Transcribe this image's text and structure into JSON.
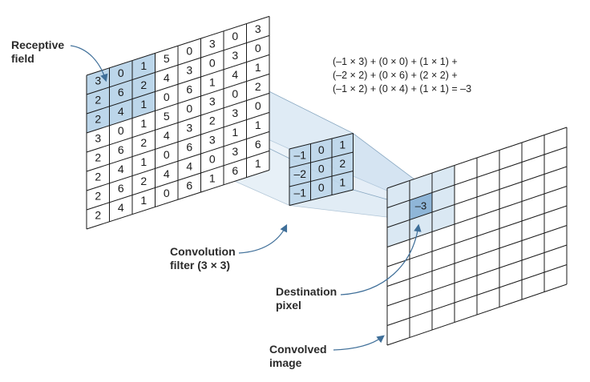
{
  "labels": {
    "receptive_field": [
      "Receptive",
      "field"
    ],
    "convolution_filter": [
      "Convolution",
      "filter (3 × 3)"
    ],
    "destination_pixel": [
      "Destination",
      "pixel"
    ],
    "convolved_image": [
      "Convolved",
      "image"
    ]
  },
  "equation": [
    "(–1 × 3) + (0 × 0) + (1 × 1) +",
    "(–2 × 2) + (0 × 6) + (2 × 2) +",
    "(–1 × 2) + (0 × 4) + (1 × 1) = –3"
  ],
  "input_grid": [
    [
      "3",
      "0",
      "1",
      "5",
      "0",
      "3",
      "0",
      "3"
    ],
    [
      "2",
      "6",
      "2",
      "4",
      "3",
      "0",
      "3",
      "0"
    ],
    [
      "2",
      "4",
      "1",
      "0",
      "6",
      "1",
      "4",
      "1"
    ],
    [
      "3",
      "0",
      "1",
      "5",
      "0",
      "3",
      "0",
      "2"
    ],
    [
      "2",
      "6",
      "2",
      "4",
      "3",
      "2",
      "3",
      "0"
    ],
    [
      "2",
      "4",
      "1",
      "0",
      "6",
      "3",
      "1",
      "1"
    ],
    [
      "2",
      "6",
      "2",
      "4",
      "4",
      "0",
      "3",
      "6"
    ],
    [
      "2",
      "4",
      "1",
      "0",
      "6",
      "1",
      "6",
      "1"
    ]
  ],
  "filter_grid": [
    [
      "–1",
      "0",
      "1"
    ],
    [
      "–2",
      "0",
      "2"
    ],
    [
      "–1",
      "0",
      "1"
    ]
  ],
  "destination_value": "–3",
  "output_grid_size": 8,
  "colors": {
    "highlight": "#bcd6ea",
    "beam": "#a9c8e3",
    "line": "#1a1a1a",
    "arrow": "#3f6f99"
  }
}
